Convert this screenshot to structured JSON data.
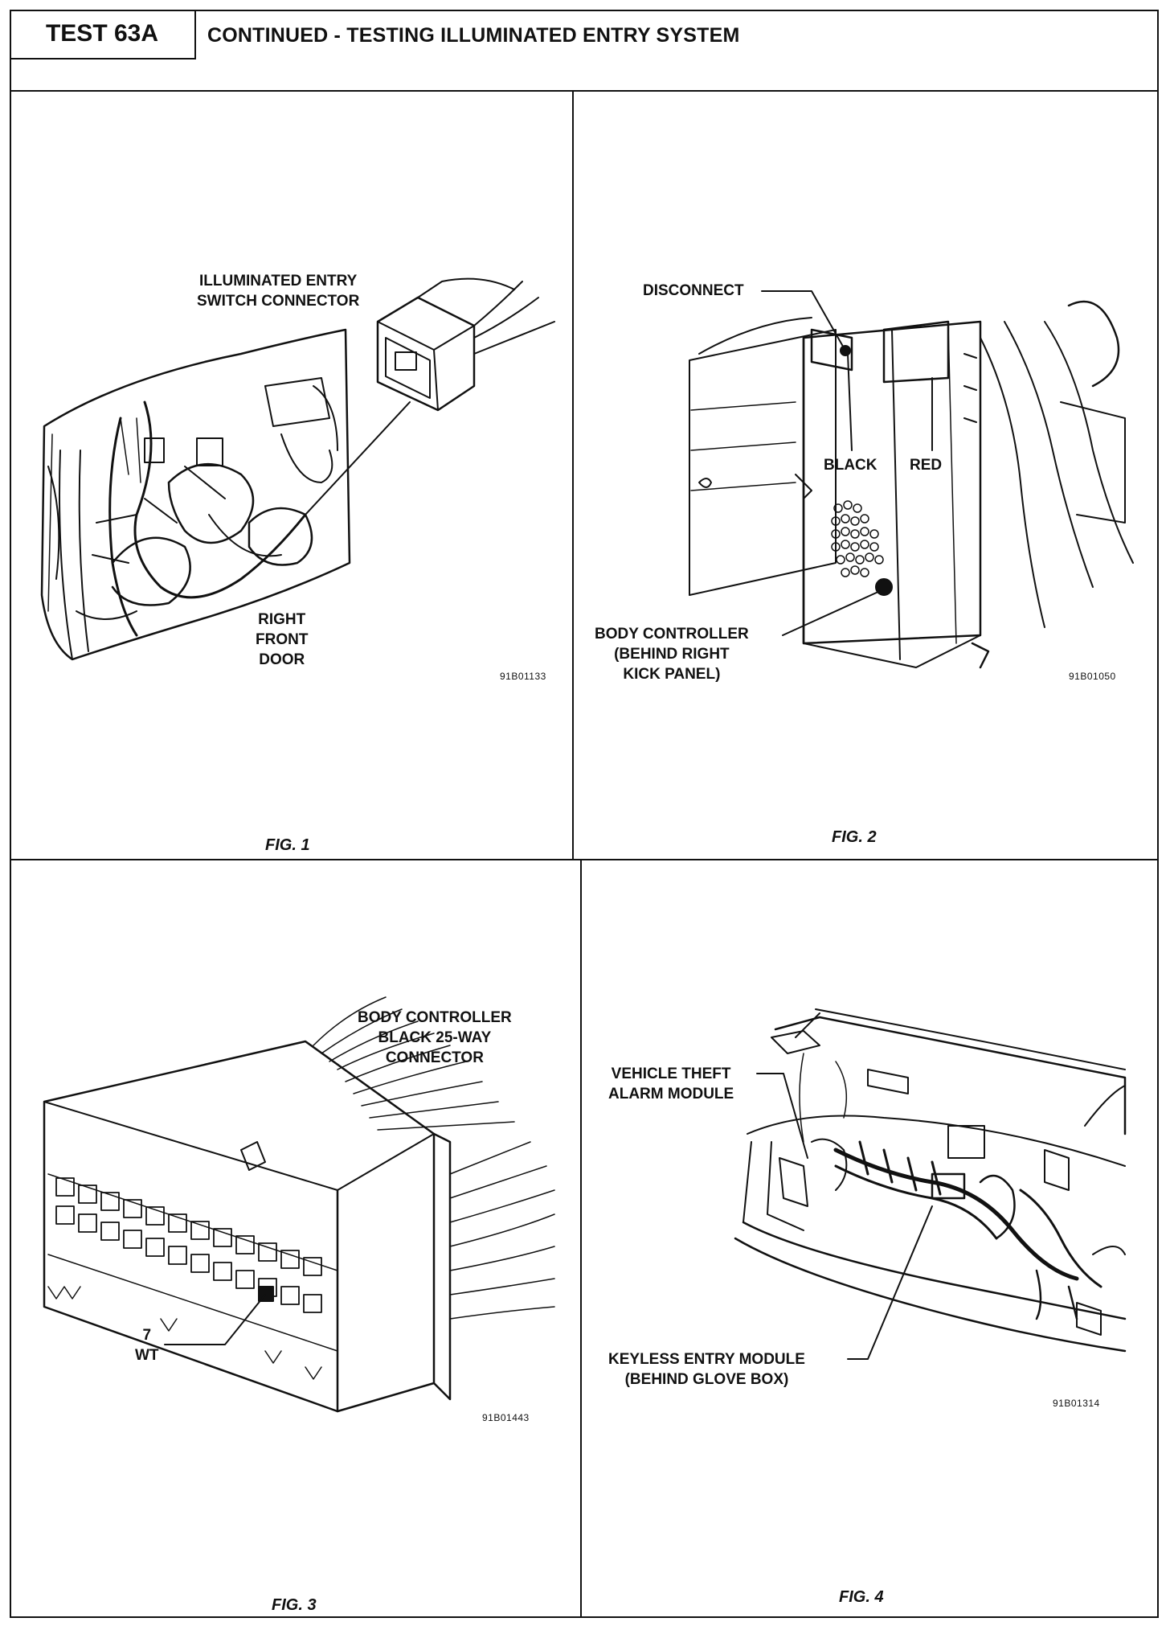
{
  "header": {
    "test_label": "TEST 63A",
    "title": "CONTINUED - TESTING ILLUMINATED ENTRY SYSTEM"
  },
  "fig1": {
    "callout_connector": [
      "ILLUMINATED ENTRY",
      "SWITCH CONNECTOR"
    ],
    "callout_door": [
      "RIGHT",
      "FRONT",
      "DOOR"
    ],
    "code": "91B01133",
    "caption": "FIG. 1"
  },
  "fig2": {
    "callout_disconnect": "DISCONNECT",
    "callout_black": "BLACK",
    "callout_red": "RED",
    "callout_body": [
      "BODY CONTROLLER",
      "(BEHIND RIGHT",
      "KICK PANEL)"
    ],
    "code": "91B01050",
    "caption": "FIG. 2"
  },
  "fig3": {
    "callout_connector": [
      "BODY CONTROLLER",
      "BLACK 25-WAY",
      "CONNECTOR"
    ],
    "callout_pin": [
      "7",
      "WT"
    ],
    "code": "91B01443",
    "caption": "FIG. 3"
  },
  "fig4": {
    "callout_theft": [
      "VEHICLE THEFT",
      "ALARM MODULE"
    ],
    "callout_keyless": [
      "KEYLESS ENTRY MODULE",
      "(BEHIND GLOVE BOX)"
    ],
    "code": "91B01314",
    "caption": "FIG. 4"
  }
}
